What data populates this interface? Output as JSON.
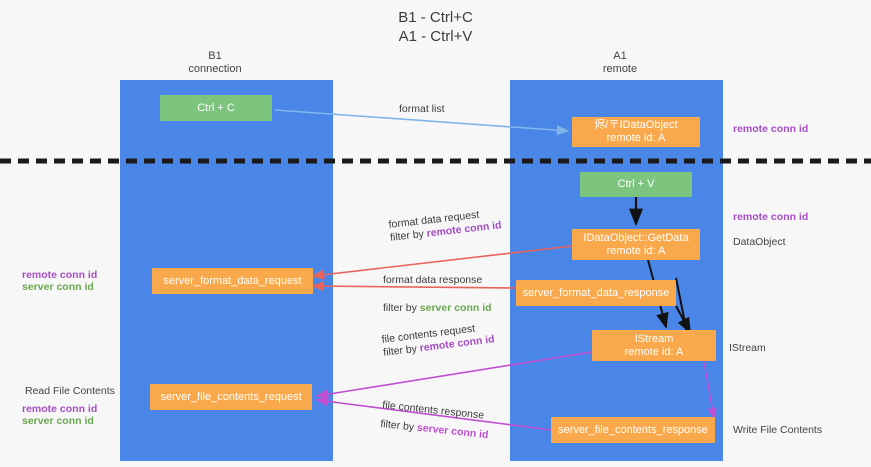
{
  "diagram": {
    "title": "B1 - Ctrl+C\nA1 - Ctrl+V",
    "lanes": [
      {
        "id": "b1",
        "header": "B1\nconnection",
        "color": "#4a86e8"
      },
      {
        "id": "a1",
        "header": "A1\nremote",
        "color": "#4a86e8"
      }
    ],
    "colors": {
      "lane": "#4a86e8",
      "orange": "#f9a94c",
      "green": "#7dc57f",
      "purple": "#a64dc4",
      "green_text": "#6aa84f",
      "magenta": "#bf4fd0",
      "red_arrow": "#e8645a",
      "blue_arrow": "#7fb5e8",
      "black": "#000000",
      "background": "#f7f7f7"
    },
    "divider": {
      "style": "dashed",
      "color": "#1a1a1a"
    },
    "nodes": [
      {
        "id": "ctrl-c",
        "label": "Ctrl + C",
        "sublabel": "",
        "fill": "green",
        "lane": "b1"
      },
      {
        "id": "idataobject-remote",
        "label": "侭/〒IDataObject",
        "sublabel": "remote id: A",
        "fill": "orange",
        "lane": "a1"
      },
      {
        "id": "ctrl-v",
        "label": "Ctrl + V",
        "sublabel": "",
        "fill": "green",
        "lane": "a1"
      },
      {
        "id": "getdata",
        "label": "IDataObject::GetData",
        "sublabel": "remote id: A",
        "fill": "orange",
        "lane": "a1"
      },
      {
        "id": "server-format-data-request",
        "label": "server_format_data_request",
        "sublabel": "",
        "fill": "orange",
        "lane": "b1"
      },
      {
        "id": "server-format-data-response",
        "label": "server_format_data_response",
        "sublabel": "",
        "fill": "orange",
        "lane": "a1"
      },
      {
        "id": "istream",
        "label": "IStream",
        "sublabel": "remote id: A",
        "fill": "orange",
        "lane": "a1"
      },
      {
        "id": "server-file-contents-request",
        "label": "server_file_contents_request",
        "sublabel": "",
        "fill": "orange",
        "lane": "b1"
      },
      {
        "id": "server-file-contents-response",
        "label": "server_file_contents_response",
        "sublabel": "",
        "fill": "orange",
        "lane": "a1"
      }
    ],
    "edge_labels": [
      {
        "id": "format-list",
        "line1": "format list",
        "line2": "",
        "line2_strong": ""
      },
      {
        "id": "format-data-request",
        "line1": "format data request",
        "line2": "filter by ",
        "line2_strong": "remote conn id"
      },
      {
        "id": "format-data-response",
        "line1": "format data response",
        "line2": "filter by ",
        "line2_strong": "server conn id"
      },
      {
        "id": "file-contents-request",
        "line1": "file contents request",
        "line2": "filter by ",
        "line2_strong": "remote conn id"
      },
      {
        "id": "file-contents-response",
        "line1": "file contents response",
        "line2": "filter by ",
        "line2_strong": "server conn id"
      }
    ],
    "annotations": [
      {
        "id": "right-remote-conn-id-top",
        "text": "remote conn id",
        "color": "purple"
      },
      {
        "id": "right-remote-conn-id-mid",
        "text": "remote conn id",
        "color": "purple"
      },
      {
        "id": "right-dataobject",
        "text": "DataObject",
        "color": "dark"
      },
      {
        "id": "right-istream",
        "text": "IStream",
        "color": "dark"
      },
      {
        "id": "right-write-file-contents",
        "text": "Write File Contents",
        "color": "dark"
      },
      {
        "id": "left-remote-conn-id-mid",
        "text": "remote conn id",
        "color": "purple"
      },
      {
        "id": "left-server-conn-id-mid",
        "text": "server conn id",
        "color": "green"
      },
      {
        "id": "left-read-file-contents",
        "text": "Read File Contents",
        "color": "dark"
      },
      {
        "id": "left-remote-conn-id-bottom",
        "text": "remote conn id",
        "color": "purple"
      },
      {
        "id": "left-server-conn-id-bottom",
        "text": "server conn id",
        "color": "green"
      }
    ]
  }
}
